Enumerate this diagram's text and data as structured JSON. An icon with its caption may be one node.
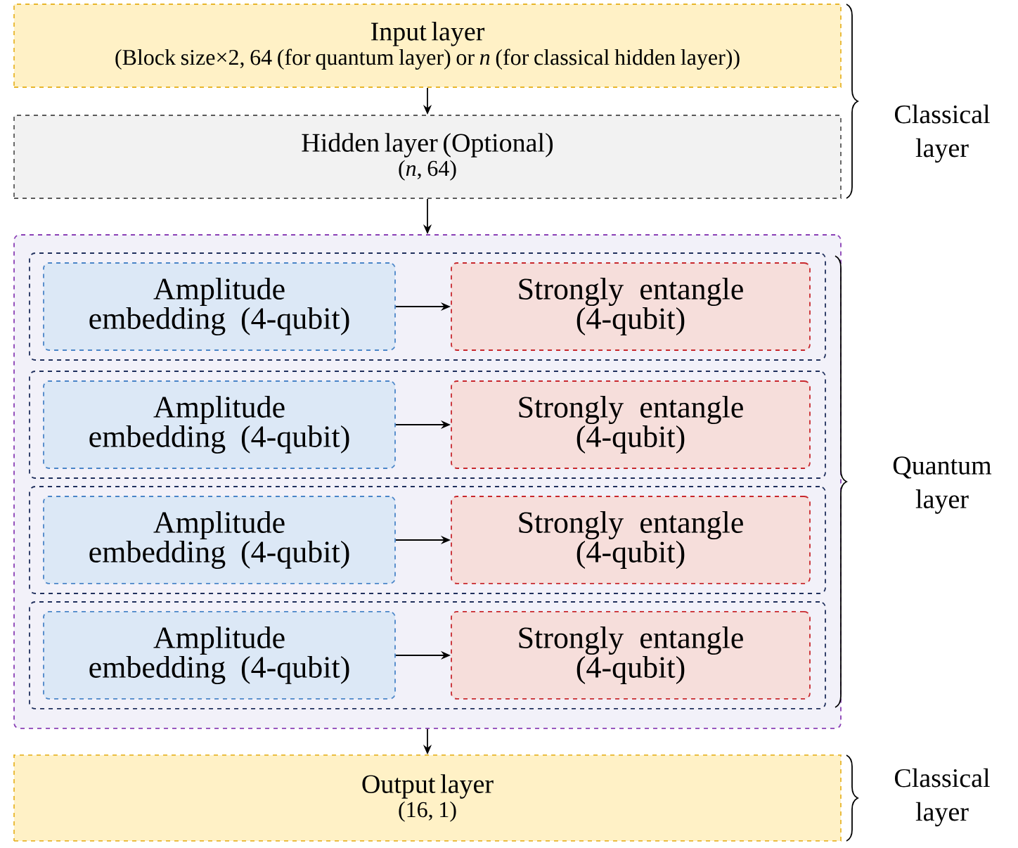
{
  "diagram": {
    "nodes": [
      {
        "text": [
          "Input layer",
          "(Block size×2, 64 (for quantum layer) or *n* (for classical hidden layer))"
        ]
      },
      {
        "text": [
          "Hidden layer (Optional)",
          "(*n*, 64)"
        ]
      },
      {
        "text": [],
        "shape": "box"
      },
      {
        "text": [],
        "shape": "box",
        "in": 2
      },
      {
        "text": [
          "Amplitude embedding (4-qubit)"
        ],
        "in": 3
      },
      {
        "text": [
          "Strongly entangle (4-qubit)"
        ],
        "in": 3
      },
      {
        "text": [],
        "shape": "box",
        "in": 2
      },
      {
        "text": [
          "Amplitude embedding (4-qubit)"
        ],
        "in": 6
      },
      {
        "text": [
          "Strongly entangle (4-qubit)"
        ],
        "in": 6
      },
      {
        "text": [],
        "shape": "box",
        "in": 2
      },
      {
        "text": [
          "Amplitude embedding (4-qubit)"
        ],
        "in": 9
      },
      {
        "text": [
          "Strongly entangle (4-qubit)"
        ],
        "in": 9
      },
      {
        "text": [],
        "shape": "box",
        "in": 2
      },
      {
        "text": [
          "Amplitude embedding (4-qubit)"
        ],
        "in": 12
      },
      {
        "text": [
          "Strongly entangle (4-qubit)"
        ],
        "in": 12
      },
      {
        "text": [
          "Output layer",
          "(16, 1)"
        ]
      }
    ],
    "edges": [
      {
        "from": 0,
        "to": 1,
        "arrow": "to"
      },
      {
        "from": 1,
        "to": 2,
        "arrow": "to"
      },
      {
        "from": 4,
        "to": 5,
        "arrow": "to"
      },
      {
        "from": 7,
        "to": 8,
        "arrow": "to"
      },
      {
        "from": 10,
        "to": 11,
        "arrow": "to"
      },
      {
        "from": 13,
        "to": 14,
        "arrow": "to"
      },
      {
        "from": 2,
        "to": 15,
        "arrow": "to"
      }
    ],
    "labels": [
      "Classical layer",
      "Quantum layer",
      "Classical layer"
    ]
  }
}
